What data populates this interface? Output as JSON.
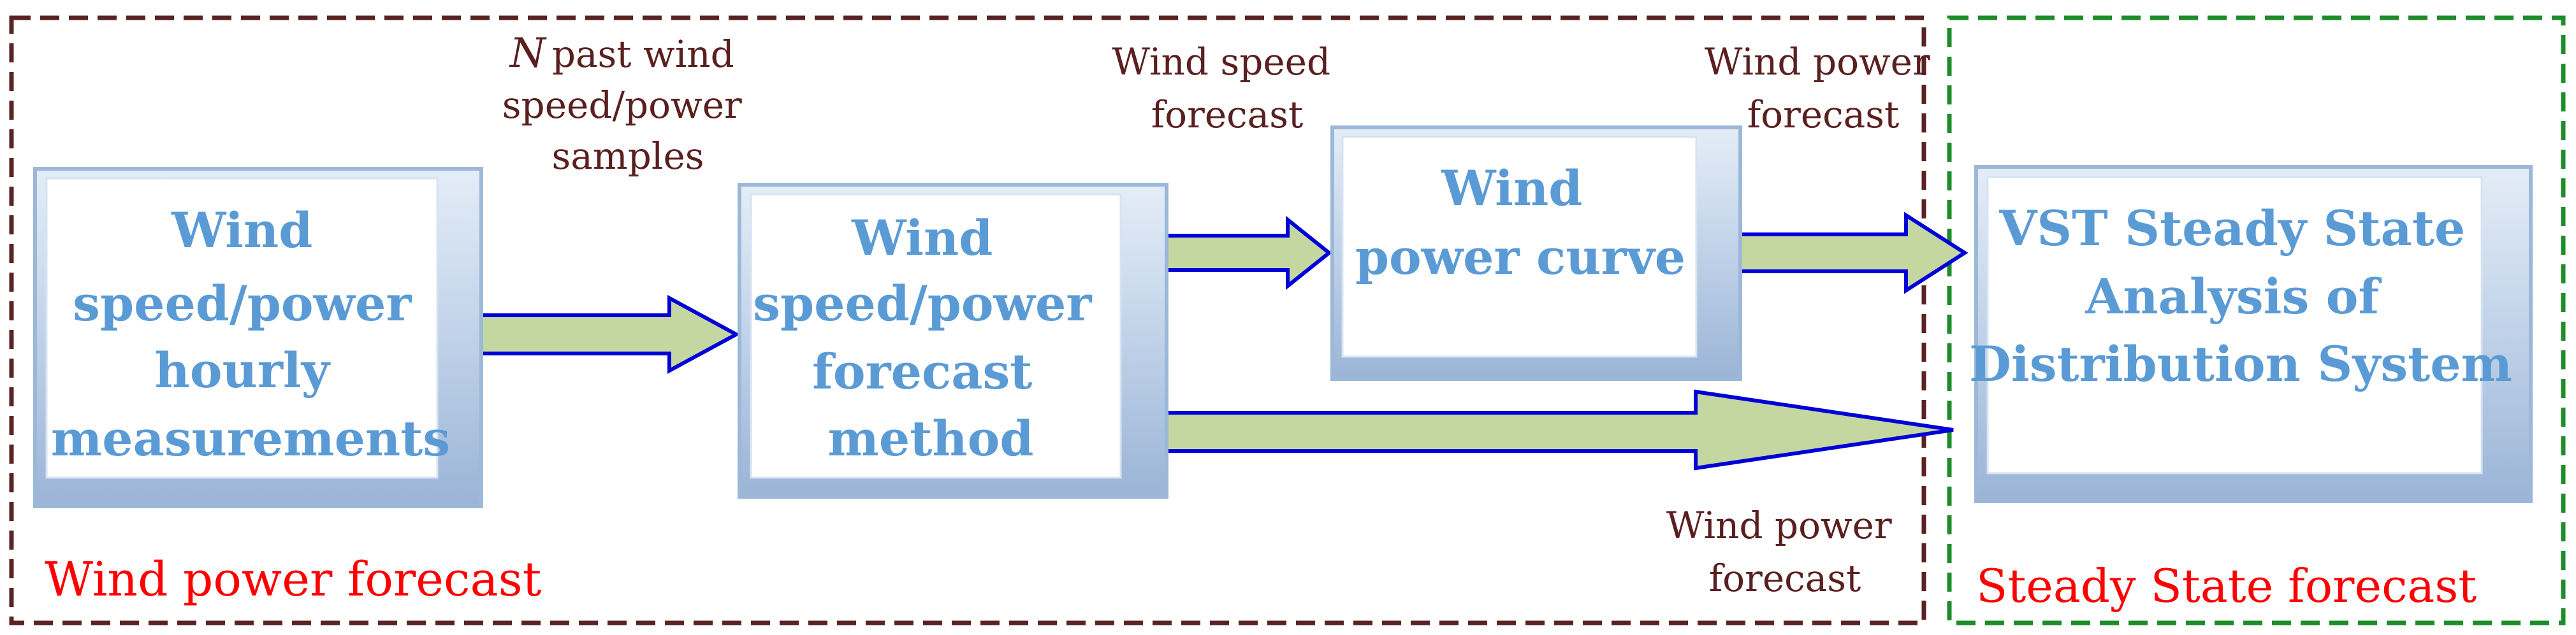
{
  "regions": {
    "forecast": {
      "label": "Wind power forecast",
      "border_color": "#5a2323",
      "label_color": "#ff0000"
    },
    "steady": {
      "label": "Steady State forecast",
      "border_color": "#1e8c2a",
      "label_color": "#ff0000"
    }
  },
  "boxes": {
    "measurements": {
      "lines": [
        "Wind",
        "speed/power",
        "hourly",
        "measurements"
      ]
    },
    "forecast_method": {
      "lines": [
        "Wind",
        "speed/power",
        "forecast",
        "method"
      ]
    },
    "power_curve": {
      "lines": [
        "Wind",
        "power curve"
      ]
    },
    "vst": {
      "lines": [
        "VST Steady State",
        "Analysis of",
        "Distribution System"
      ]
    }
  },
  "annotations": {
    "samples": {
      "italic_prefix": "N",
      "lines": [
        "past wind",
        "speed/power",
        "samples"
      ]
    },
    "speed_forecast": {
      "lines": [
        "Wind speed",
        "forecast"
      ]
    },
    "power_forecast_top": {
      "lines": [
        "Wind power",
        "forecast"
      ]
    },
    "power_forecast_bottom": {
      "lines": [
        "Wind power",
        "forecast"
      ]
    }
  },
  "colors": {
    "box_text": "#5b9bd5",
    "box_border": "#9cb8d8",
    "box_shadow": "#b3c8e2",
    "arrow_fill": "#c5d7a0",
    "arrow_stroke": "#0000d8",
    "annotation_text": "#5a1f1f"
  }
}
